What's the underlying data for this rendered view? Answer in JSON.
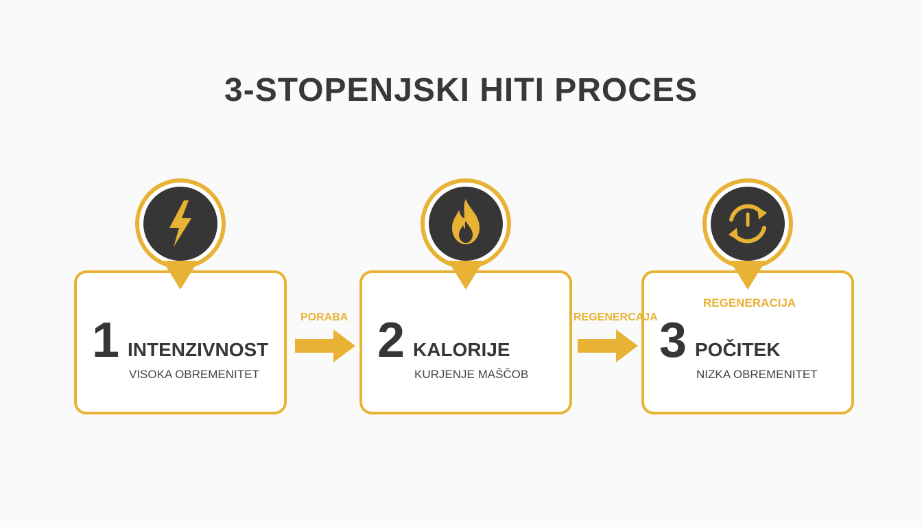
{
  "title": "3-STOPENJSKI HITI PROCES",
  "steps": [
    {
      "number": "1",
      "title": "INTENZIVNOST",
      "subtitle": "VISOKA OBREMENITET",
      "icon": "lightning-bolt-icon"
    },
    {
      "number": "2",
      "title": "KALORIJE",
      "subtitle": "KURJENJE MAŠČOB",
      "icon": "flame-icon"
    },
    {
      "number": "3",
      "title": "POČITEK",
      "subtitle": "NIZKA OBREMENITET",
      "icon": "refresh-clock-icon",
      "inner_label": "REGENERACIJA"
    }
  ],
  "connectors": [
    {
      "label": "PORABA"
    },
    {
      "label": "REGENERCAJA"
    }
  ],
  "colors": {
    "accent": "#e8b234",
    "dark": "#363636",
    "background": "#fafafa"
  }
}
